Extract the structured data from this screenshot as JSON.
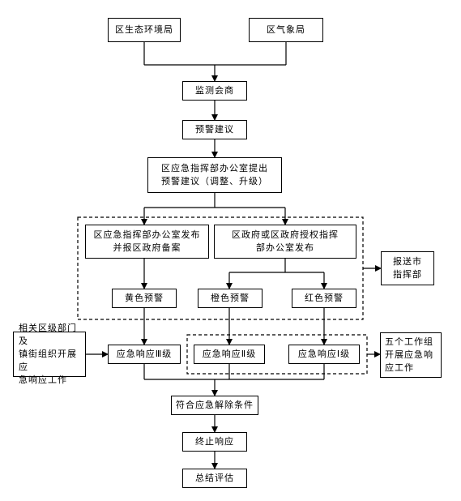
{
  "nodes": {
    "eco_bureau": "区生态环境局",
    "weather_bureau": "区气象局",
    "monitoring_consult": "监测会商",
    "warning_advice": "预警建议",
    "office_propose_line1": "区应急指挥部办公室提出",
    "office_propose_line2": "预警建议（调整、升级）",
    "office_publish_line1": "区应急指挥部办公室发布",
    "office_publish_line2": "并报区政府备案",
    "gov_publish_line1": "区政府或区政府授权指挥",
    "gov_publish_line2": "部办公室发布",
    "report_city_line1": "报送市",
    "report_city_line2": "指挥部",
    "yellow_warning": "黄色预警",
    "orange_warning": "橙色预警",
    "red_warning": "红色预警",
    "related_depts_line1": "相关区级部门及",
    "related_depts_line2": "镇街组织开展应",
    "related_depts_line3": "急响应工作",
    "response_level3": "应急响应Ⅲ级",
    "response_level2": "应急响应Ⅱ级",
    "response_level1": "应急响应Ⅰ级",
    "five_groups_line1": "五个工作组",
    "five_groups_line2": "开展应急响",
    "five_groups_line3": "应工作",
    "lift_conditions": "符合应急解除条件",
    "terminate_response": "终止响应",
    "summary_evaluation": "总结评估"
  }
}
